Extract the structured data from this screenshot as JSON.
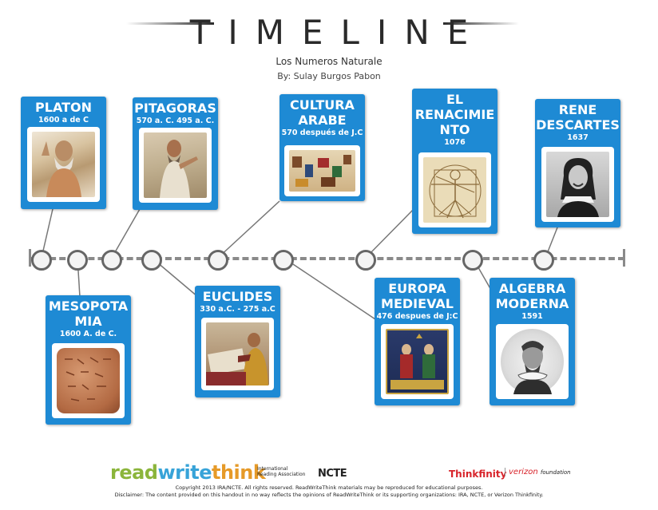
{
  "header": {
    "title": "TIMELINE",
    "subtitle": "Los Numeros Naturale",
    "byline": "By: Sulay Burgos Pabon"
  },
  "events": [
    {
      "id": "platon",
      "name": "PLATON",
      "date": "1600 a de C",
      "position": "above",
      "image": "portrait-icon"
    },
    {
      "id": "mesopotamia",
      "name": "MESOPOTA MIA",
      "date": "1600 A. de C.",
      "position": "below",
      "image": "clay-tablet-icon"
    },
    {
      "id": "pitagoras",
      "name": "PITAGORAS",
      "date": "570 a.  C. 495 a.  C.",
      "position": "above",
      "image": "portrait-icon"
    },
    {
      "id": "euclides",
      "name": "EUCLIDES",
      "date": "330 a.C. - 275 a.C",
      "position": "below",
      "image": "painting-icon"
    },
    {
      "id": "cultura-arabe",
      "name": "CULTURA ARABE",
      "date": "570 después de J.C",
      "position": "above",
      "image": "painting-icon"
    },
    {
      "id": "europa-medieval",
      "name": "EUROPA MEDIEVAL",
      "date": "476 despues de J:C",
      "position": "below",
      "image": "manuscript-icon"
    },
    {
      "id": "renacimiento",
      "name": "EL RENACIMIE NTO",
      "date": "1076",
      "position": "above",
      "image": "vitruvian-icon"
    },
    {
      "id": "algebra-moderna",
      "name": "ALGEBRA MODERNA",
      "date": "1591",
      "position": "below",
      "image": "portrait-icon"
    },
    {
      "id": "rene-descartes",
      "name": "RENE DESCARTES",
      "date": "1637",
      "position": "above",
      "image": "portrait-icon"
    }
  ],
  "colors": {
    "card": "#1e8ad4",
    "axis": "#8a8a8a",
    "node_border": "#666666",
    "title": "#2a2a2a"
  },
  "footer": {
    "brand_read": "read",
    "brand_write": "write",
    "brand_think": "think",
    "ira_line1": "International",
    "ira_line2": "Reading Association",
    "ncte": "NCTE",
    "thinkfinity": "Thinkfinity",
    "verizon": "verizon",
    "verizon_foundation": "foundation",
    "copyright": "Copyright 2013 IRA/NCTE. All rights reserved. ReadWriteThink materials may be reproduced for educational purposes.",
    "disclaimer": "Disclaimer: The content provided on this handout in no way reflects the opinions of ReadWriteThink or its supporting organizations: IRA, NCTE, or Verizon Thinkfinity."
  }
}
